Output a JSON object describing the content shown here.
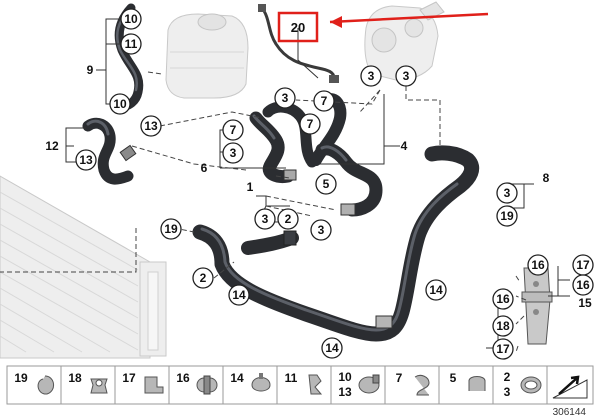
{
  "callouts": {
    "c10_top": "10",
    "c11": "11",
    "c9": "9",
    "c10_bot": "10",
    "c20": "20",
    "c3_a": "3",
    "c3_b": "3",
    "c3_c": "3",
    "c7_a": "7",
    "c7_b": "7",
    "c13_a": "13",
    "c13_b": "13",
    "c12": "12",
    "c7_c": "7",
    "c3_d": "3",
    "c6": "6",
    "c4": "4",
    "c5": "5",
    "c1": "1",
    "c3_e": "3",
    "c2_a": "2",
    "c3_f": "3",
    "c8": "8",
    "c3_g": "3",
    "c19_a": "19",
    "c19_b": "19",
    "c2_b": "2",
    "c14_a": "14",
    "c14_b": "14",
    "c14_c": "14",
    "c16_a": "16",
    "c17_a": "17",
    "c16_b": "16",
    "c16_c": "16",
    "c15": "15",
    "c18": "18",
    "c17_b": "17"
  },
  "legend": [
    {
      "label": "19",
      "icon": "spring-clamp-icon"
    },
    {
      "label": "18",
      "icon": "expansion-rivet-icon"
    },
    {
      "label": "17",
      "icon": "bracket-clip-icon"
    },
    {
      "label": "16",
      "icon": "hose-clamp-icon"
    },
    {
      "label": "14",
      "icon": "hose-clip-icon"
    },
    {
      "label": "11",
      "icon": "bent-clip-icon"
    },
    {
      "label": "10",
      "label2": "13",
      "icon": "band-clamp-icon"
    },
    {
      "label": "7",
      "icon": "spring-clip-icon"
    },
    {
      "label": "5",
      "icon": "holder-clip-icon"
    },
    {
      "label": "2",
      "label2": "3",
      "icon": "snap-clamp-icon"
    }
  ],
  "diagram_id": "306144"
}
